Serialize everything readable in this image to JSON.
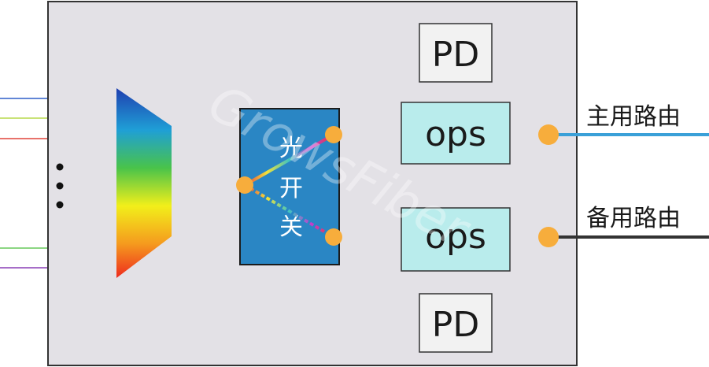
{
  "switch": {
    "label_chars": [
      "光",
      "开",
      "关"
    ]
  },
  "ops_top": {
    "label": "ops"
  },
  "ops_bottom": {
    "label": "ops"
  },
  "pd_top": {
    "label": "PD"
  },
  "pd_bottom": {
    "label": "PD"
  },
  "routes": {
    "primary": {
      "label": "主用路由",
      "color": "#3aa0d8"
    },
    "backup": {
      "label": "备用路由",
      "color": "#333333"
    }
  },
  "watermark": "GrowsFiber",
  "input_lines": [
    {
      "color": "#2f5fc8"
    },
    {
      "color": "#b7d94a"
    },
    {
      "color": "#e0443a"
    },
    {
      "color": "#66c95a"
    },
    {
      "color": "#8a3fb5"
    }
  ],
  "colors": {
    "enclosure_fill": "#e3e1e6",
    "enclosure_stroke": "#333333",
    "switch_fill": "#2a86c4",
    "ops_fill": "#b9ecec",
    "pd_fill": "#f2f2f2",
    "port": "#f7ad3c"
  }
}
